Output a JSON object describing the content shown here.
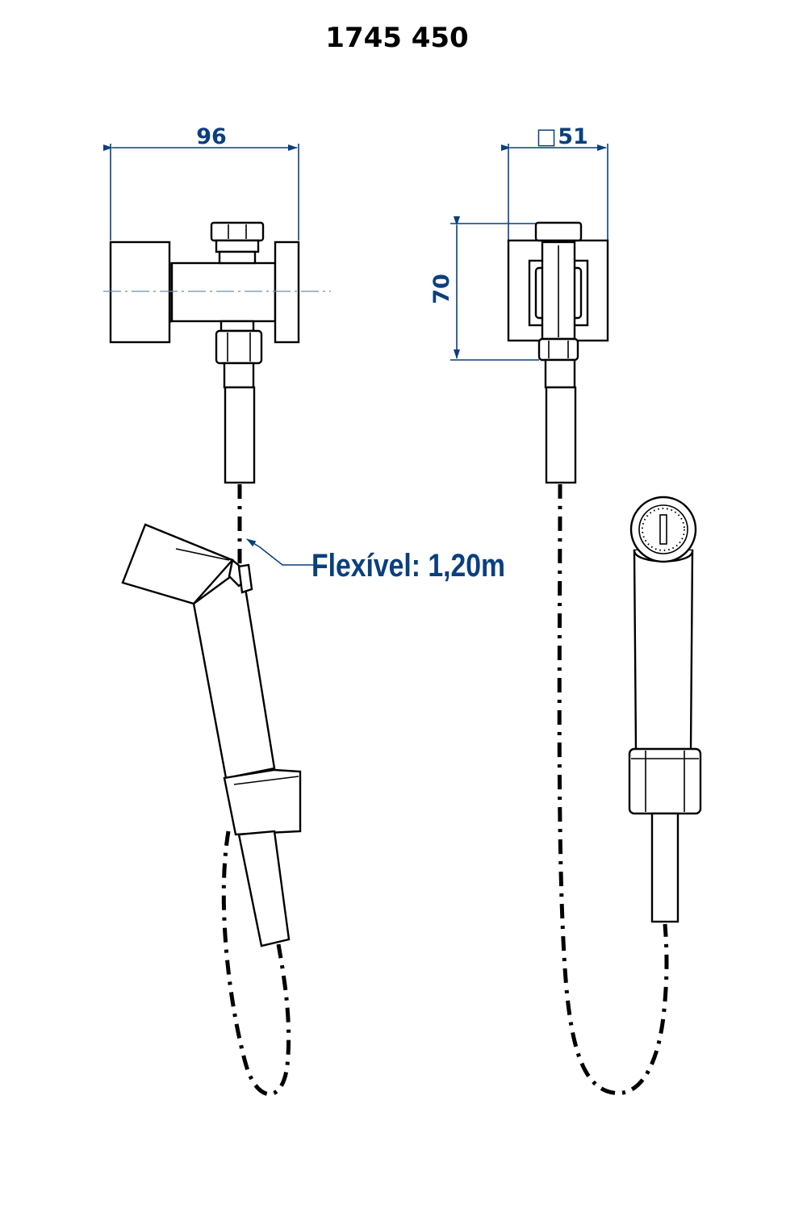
{
  "title": "1745 450",
  "dimensions": {
    "width_left": "96",
    "width_right_symbol": "□",
    "width_right": "51",
    "height": "70"
  },
  "callout": {
    "hose_label": "Flexível: 1,20m"
  },
  "colors": {
    "dimension": "#0b3f7e",
    "outline": "#000000",
    "centerline": "#6a8fb5"
  }
}
